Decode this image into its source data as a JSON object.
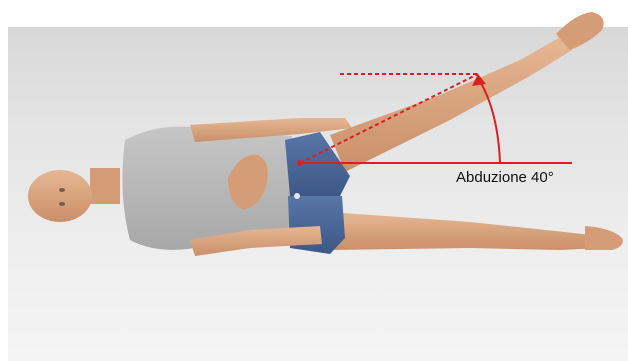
{
  "annotation": {
    "label": "Abduzione 40°",
    "angle_degrees": 40,
    "line_color": "#d81f26"
  },
  "figure": {
    "subject": "figure-lying-supine",
    "skin_color": "#d9a883",
    "shirt_color": "#b7b7b7",
    "shorts_color": "#4a6796"
  }
}
